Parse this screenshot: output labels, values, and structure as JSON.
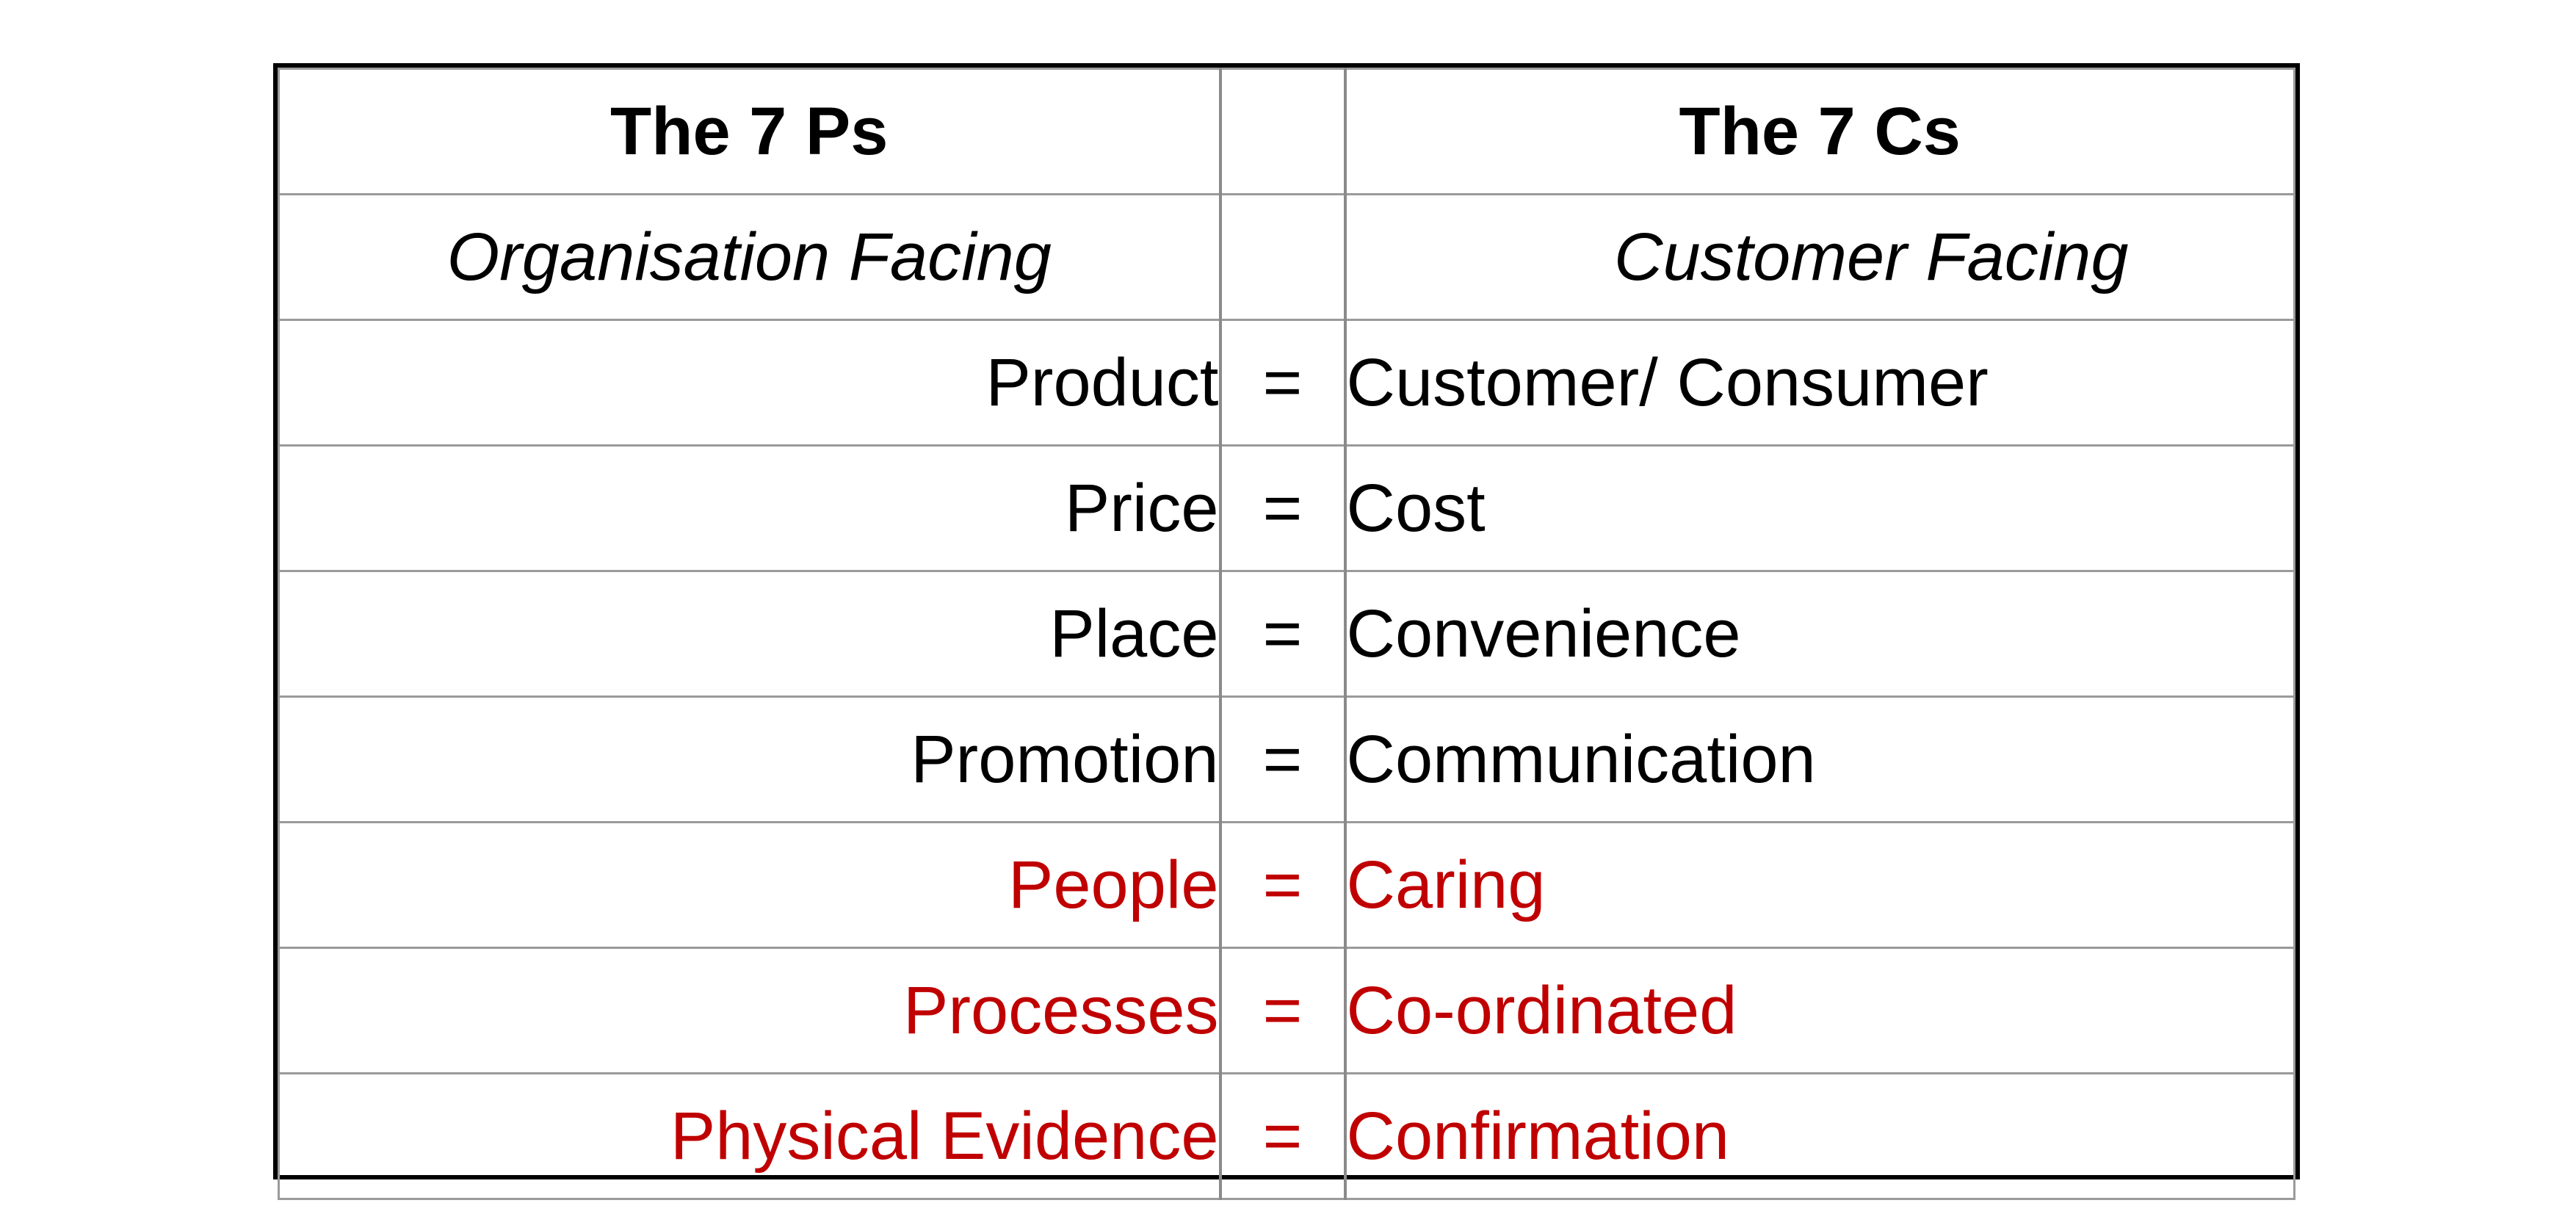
{
  "table": {
    "header": {
      "left": "The 7 Ps",
      "right": "The 7 Cs"
    },
    "subheader": {
      "left": "Organisation Facing",
      "right": "Customer Facing"
    },
    "colors": {
      "default_text": "#000000",
      "highlight_text": "#c00000"
    },
    "rows": [
      {
        "p": "Product",
        "eq": "=",
        "c": "Customer/ Consumer",
        "highlight": false
      },
      {
        "p": "Price",
        "eq": "=",
        "c": "Cost",
        "highlight": false
      },
      {
        "p": "Place",
        "eq": "=",
        "c": "Convenience",
        "highlight": false
      },
      {
        "p": "Promotion",
        "eq": "=",
        "c": "Communication",
        "highlight": false
      },
      {
        "p": "People",
        "eq": "=",
        "c": "Caring",
        "highlight": true
      },
      {
        "p": "Processes",
        "eq": "=",
        "c": "Co-ordinated",
        "highlight": true
      },
      {
        "p": "Physical Evidence",
        "eq": "=",
        "c": "Confirmation",
        "highlight": true
      }
    ]
  }
}
